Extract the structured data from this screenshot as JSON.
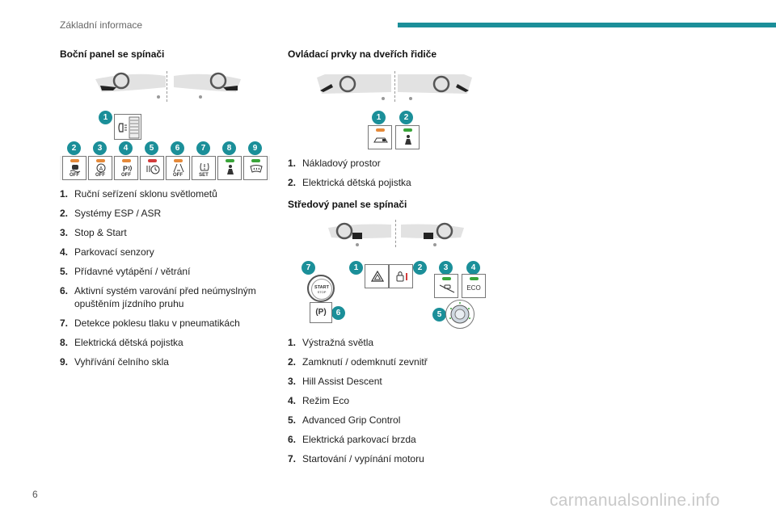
{
  "header": {
    "title": "Základní informace",
    "accent_color": "#1b8f99"
  },
  "page_number": "6",
  "watermark": "carmanualsonline.info",
  "side_panel": {
    "title": "Boční panel se spínači",
    "badges": [
      "1",
      "2",
      "3",
      "4",
      "5",
      "6",
      "7",
      "8",
      "9"
    ],
    "buttons": [
      {
        "icon": "esp-car-icon",
        "label": "OFF",
        "led": "#e58a3a"
      },
      {
        "icon": "stop-start-icon",
        "label": "OFF",
        "led": "#e58a3a"
      },
      {
        "icon": "parking-sensor-icon",
        "label": "OFF",
        "led": "#e58a3a"
      },
      {
        "icon": "heater-timer-icon",
        "label": "",
        "led": "#d33b3b"
      },
      {
        "icon": "lane-departure-icon",
        "label": "OFF",
        "led": "#e58a3a"
      },
      {
        "icon": "tyre-pressure-icon",
        "label": "SET",
        "led": ""
      },
      {
        "icon": "child-lock-icon",
        "label": "",
        "led": "#3aa53a"
      },
      {
        "icon": "windscreen-heat-icon",
        "label": "",
        "led": "#3aa53a"
      }
    ],
    "items": [
      {
        "num": "1.",
        "text": "Ruční seřízení sklonu světlometů"
      },
      {
        "num": "2.",
        "text": "Systémy ESP / ASR"
      },
      {
        "num": "3.",
        "text": "Stop & Start"
      },
      {
        "num": "4.",
        "text": "Parkovací senzory"
      },
      {
        "num": "5.",
        "text": "Přídavné vytápění / větrání"
      },
      {
        "num": "6.",
        "text": "Aktivní systém varování před neúmyslným opuštěním jízdního pruhu"
      },
      {
        "num": "7.",
        "text": "Detekce poklesu tlaku v pneumatikách"
      },
      {
        "num": "8.",
        "text": "Elektrická dětská pojistka"
      },
      {
        "num": "9.",
        "text": "Vyhřívání čelního skla"
      }
    ]
  },
  "door_controls": {
    "title": "Ovládací prvky na dveřích řidiče",
    "badges": [
      "1",
      "2"
    ],
    "buttons": [
      {
        "icon": "cargo-area-icon",
        "led": "#e58a3a"
      },
      {
        "icon": "child-lock-icon",
        "led": "#3aa53a"
      }
    ],
    "items": [
      {
        "num": "1.",
        "text": "Nákladový prostor"
      },
      {
        "num": "2.",
        "text": "Elektrická dětská pojistka"
      }
    ]
  },
  "center_panel": {
    "title": "Středový panel se spínači",
    "badges": [
      "7",
      "1",
      "2",
      "3",
      "4",
      "6",
      "5"
    ],
    "start_label": "START",
    "stop_label": "STOP",
    "parking_brake_glyph": "(P)",
    "eco_label": "ECO",
    "items": [
      {
        "num": "1.",
        "text": "Výstražná světla"
      },
      {
        "num": "2.",
        "text": "Zamknutí / odemknutí zevnitř"
      },
      {
        "num": "3.",
        "text": "Hill Assist Descent"
      },
      {
        "num": "4.",
        "text": "Režim Eco"
      },
      {
        "num": "5.",
        "text": "Advanced Grip Control"
      },
      {
        "num": "6.",
        "text": "Elektrická parkovací brzda"
      },
      {
        "num": "7.",
        "text": "Startování / vypínání motoru"
      }
    ]
  }
}
